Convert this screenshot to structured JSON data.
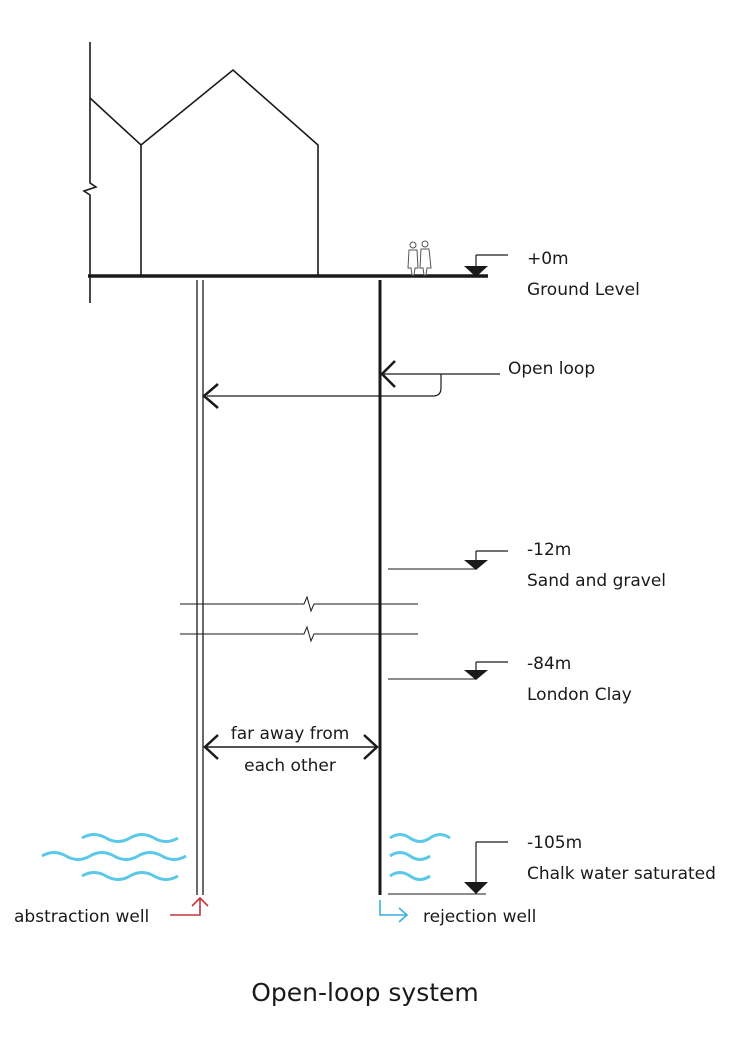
{
  "title": "Open-loop system",
  "levels": {
    "ground": {
      "depth": "+0m",
      "name": "Ground Level"
    },
    "sand": {
      "depth": "-12m",
      "name": "Sand and gravel"
    },
    "clay": {
      "depth": "-84m",
      "name": "London Clay"
    },
    "chalk": {
      "depth": "-105m",
      "name": "Chalk water saturated"
    }
  },
  "labels": {
    "open_loop": "Open loop",
    "distance_line1": "far away from",
    "distance_line2": "each other",
    "abstraction": "abstraction well",
    "rejection": "rejection well"
  },
  "colors": {
    "line": "#1a1a1a",
    "water": "#5bc8e8",
    "abstraction_arrow": "#c0353b",
    "rejection_arrow": "#3aaee0"
  },
  "icons": [
    "level-marker-icon",
    "people-icon",
    "wave-icon",
    "break-line-icon"
  ]
}
